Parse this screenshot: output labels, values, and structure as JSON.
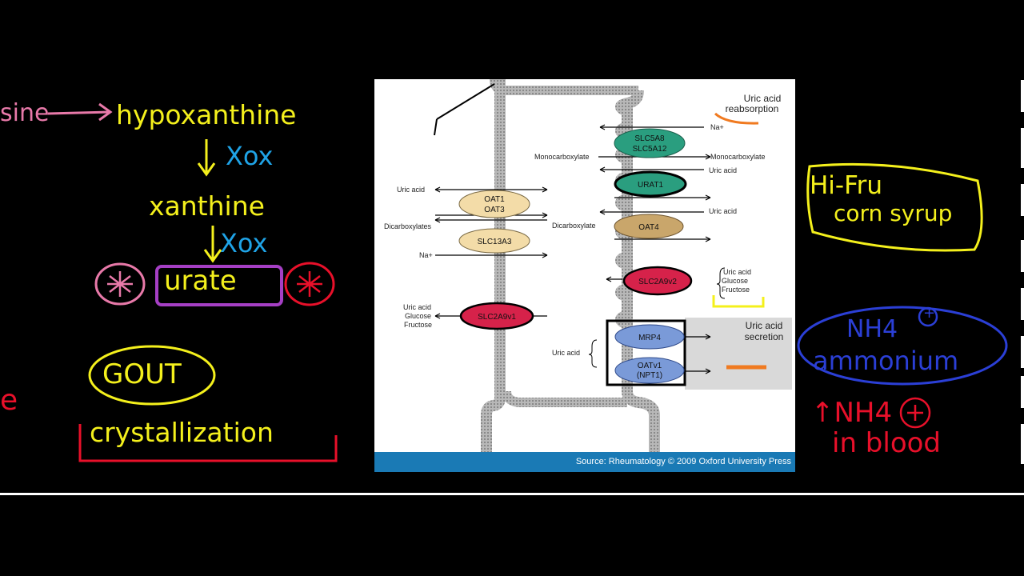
{
  "left_notes": {
    "prefix": "sine",
    "hypoxanthine": "hypoxanthine",
    "xox1": "Xox",
    "xanthine": "xanthine",
    "xox2": "Xox",
    "urate": "urate",
    "gout": "GOUT",
    "crystallization": "crystallization",
    "edge_fragment": "e"
  },
  "right_notes": {
    "hfcs_line1": "Hi-Fru",
    "hfcs_line2": "corn syrup",
    "nh4": "NH4",
    "nh4_charge": "+",
    "ammonium": "ammonium",
    "blood_line1": "↑NH4",
    "blood_line2": "in blood"
  },
  "figure": {
    "source": "Source: Rheumatology © 2009 Oxford University Press",
    "reabsorption_title_1": "Uric acid",
    "reabsorption_title_2": "reabsorption",
    "secretion_title_1": "Uric acid",
    "secretion_title_2": "secretion",
    "basolateral_labels": {
      "uric_acid": "Uric acid",
      "dicarboxylates": "Dicarboxylates",
      "na": "Na+",
      "glut_1": "Uric acid",
      "glut_2": "Glucose",
      "glut_3": "Fructose"
    },
    "apical_labels": {
      "na": "Na+",
      "mono_left": "Monocarboxylate",
      "mono_right": "Monocarboxylate",
      "uric_acid_1": "Uric acid",
      "dicarboxylate": "Dicarboxylate",
      "uric_acid_2": "Uric acid",
      "glut_1": "Uric acid",
      "glut_2": "Glucose",
      "glut_3": "Fructose",
      "secretion_uric": "Uric acid"
    },
    "proteins": {
      "oat1": "OAT1",
      "oat3": "OAT3",
      "slc13a3": "SLC13A3",
      "slc2a9v1": "SLC2A9v1",
      "slc5a8": "SLC5A8",
      "slc5a12": "SLC5A12",
      "urat1": "URAT1",
      "oat4": "OAT4",
      "slc2a9v2": "SLC2A9v2",
      "mrp4": "MRP4",
      "oatv1": "OATv1",
      "npt1": "(NPT1)"
    },
    "colors": {
      "teal": "#2a9e7f",
      "beige": "#f3dca8",
      "tan": "#c9a66b",
      "crimson": "#d6224a",
      "blue": "#7a9ad8",
      "membrane": "#9a9a9a",
      "source_bar": "#1a7ab5"
    }
  }
}
